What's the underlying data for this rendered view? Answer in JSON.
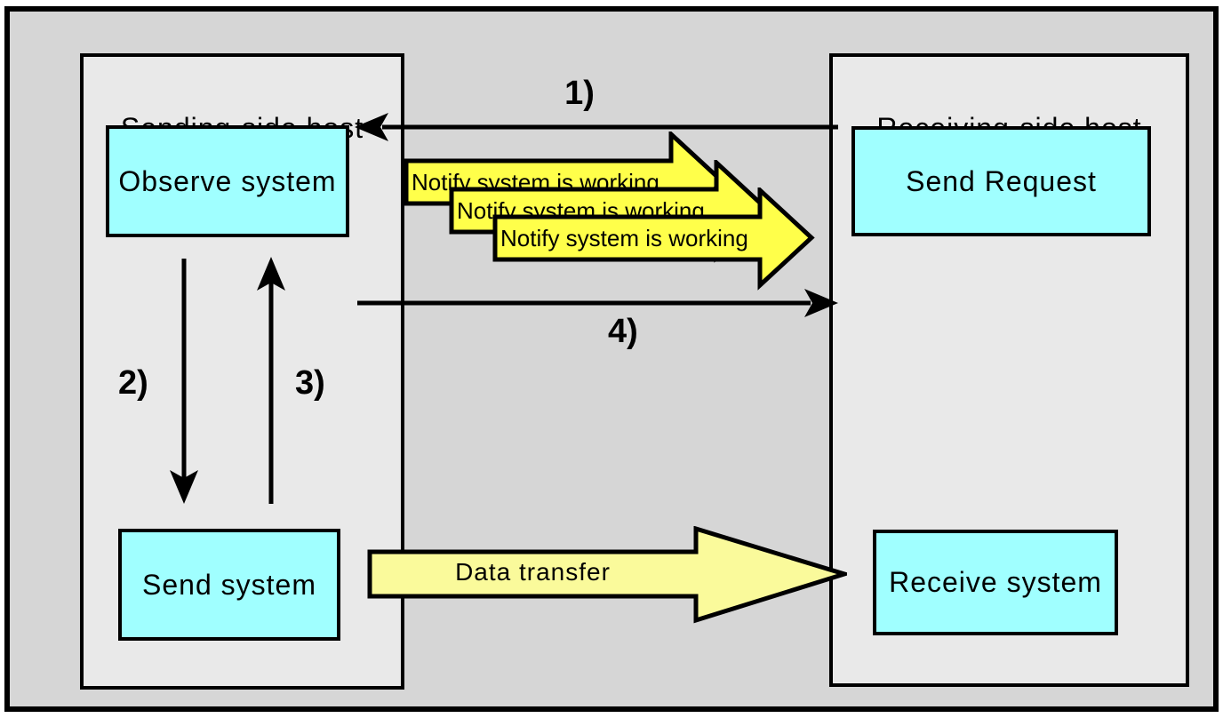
{
  "diagram": {
    "left_host": {
      "title": "Sending-side host",
      "observe_box": "Observe system",
      "send_box": "Send system"
    },
    "right_host": {
      "title": "Receiving-side host",
      "request_box": "Send Request",
      "receive_box": "Receive system"
    },
    "steps": {
      "step1": "1)",
      "step2": "2)",
      "step3": "3)",
      "step4": "4)"
    },
    "notify_label": "Notify system is working",
    "notify_repeat_count": 3,
    "data_transfer_label": "Data transfer",
    "colors": {
      "bg_gray": "#d6d6d6",
      "host_gray": "#e9e9e9",
      "cyan": "#a0ffff",
      "notify_yellow": "#ffff4a",
      "transfer_yellow": "#fafa9b",
      "line_black": "#000000"
    }
  }
}
